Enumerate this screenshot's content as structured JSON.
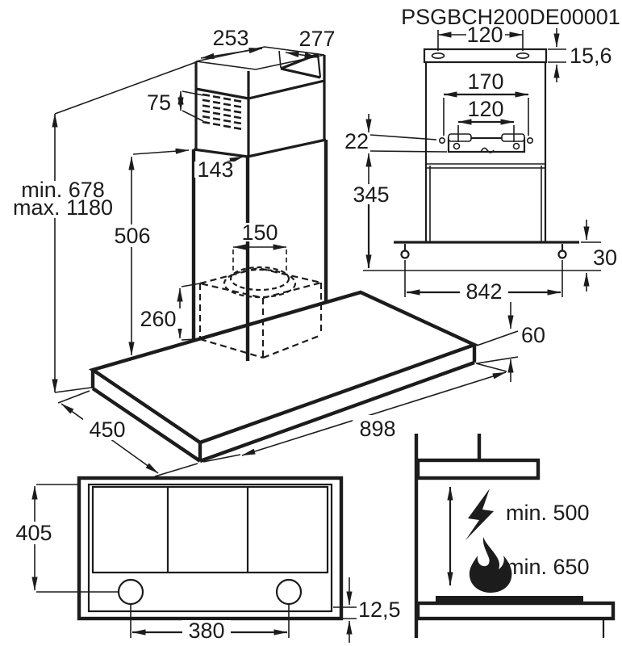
{
  "title": "PSGBCH200DE00001",
  "colors": {
    "line": "#1c1c1c",
    "background": "#ffffff"
  },
  "main_view": {
    "dimensions": {
      "chimney_top_depth": "253",
      "chimney_top_width": "277",
      "vent_slot_height": "75",
      "lower_chimney_offset": "143",
      "height_min": "min. 678",
      "height_max": "max. 1180",
      "chimney_section_height": "506",
      "duct_diameter": "150",
      "motor_box_height": "260",
      "canopy_depth": "450",
      "canopy_width": "898",
      "canopy_thickness": "60"
    }
  },
  "rear_view": {
    "dimensions": {
      "top_bracket_hole_spacing": "120",
      "top_bracket_height": "15,6",
      "bracket_hole_spacing_outer": "170",
      "bracket_hole_spacing_inner": "120",
      "bracket_drop": "22",
      "body_height": "345",
      "lower_fixing_spacing": "842",
      "lower_fixing_offset": "30"
    }
  },
  "bottom_view": {
    "dimensions": {
      "underside_depth": "405",
      "lamp_spacing": "380",
      "control_panel_offset": "12,5"
    }
  },
  "clearance_view": {
    "labels": {
      "electric_hob_clearance": "min. 500",
      "gas_hob_clearance": "min. 650"
    },
    "icons": [
      "lightning",
      "flame"
    ]
  }
}
